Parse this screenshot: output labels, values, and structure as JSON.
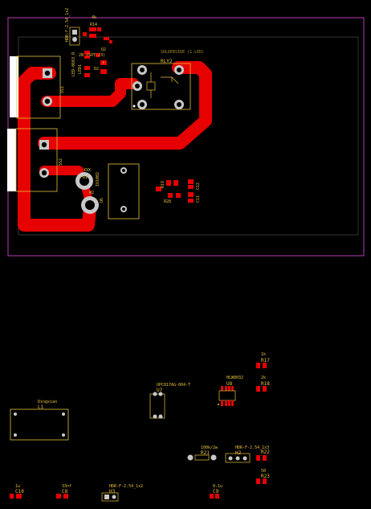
{
  "colors": {
    "background": "#000000",
    "board_outline": "#b43cb4",
    "copper": "#e60000",
    "silkscreen": "#e8c23a",
    "pad_metal": "#c8c8c8"
  },
  "board": {
    "tiny_text": "SOLDERSIDE (1-LED)",
    "labels": {
      "p1": "HDR-F-2.54_1x2",
      "r14": "R14",
      "r14v": "4k",
      "d_led": "LED-0603_R",
      "led1": "LED1",
      "q2": "Q2",
      "q2pkg": "2N (SOT-23)",
      "d2": "D2",
      "rly2": "RLY2",
      "ss1": "SS1",
      "ss2": "SS2",
      "r1": "R1",
      "r1v": "XXX",
      "w2": "W2",
      "u6": "U6",
      "u6v": "IO1002",
      "r19": "R19",
      "r28": "R28",
      "c11": "C11",
      "c12": "C12"
    }
  },
  "loose": {
    "r17": {
      "ref": "R17",
      "val": "1k"
    },
    "u8": {
      "ref": "U8",
      "val": "HLW8032"
    },
    "r18": {
      "ref": "R18",
      "val": "2k"
    },
    "u7": {
      "ref": "U7",
      "val": "UPC817AG-004-T"
    },
    "l1": {
      "ref": "L1",
      "val": "Dingxian"
    },
    "r21": {
      "ref": "R21",
      "val": "100k/2w"
    },
    "h2": {
      "ref": "H2",
      "val": "HDR-F-2.54_1x3"
    },
    "r22": {
      "ref": "R22",
      "val": ""
    },
    "r23": {
      "ref": "R23",
      "val": "50"
    },
    "c10": {
      "ref": "C10",
      "val": "1u"
    },
    "c8": {
      "ref": "C8",
      "val": "33nf"
    },
    "h3": {
      "ref": "H3",
      "val": "HDR-F-2.54_1x2"
    },
    "c9": {
      "ref": "C9",
      "val": "0.1u"
    }
  }
}
